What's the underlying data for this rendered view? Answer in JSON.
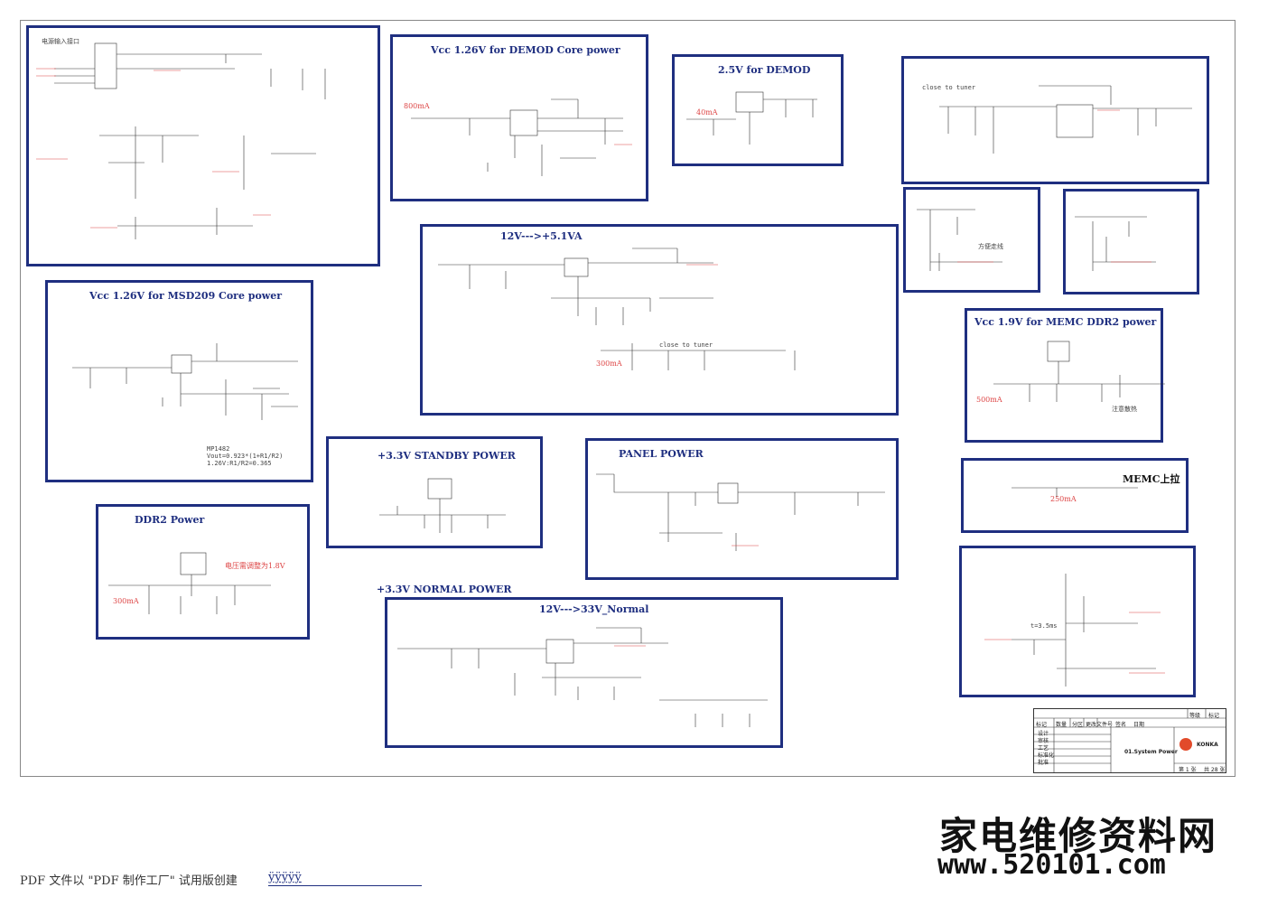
{
  "blocks": {
    "power_input": {
      "title": "电源输入接口"
    },
    "demod_core": {
      "title": "Vcc 1.26V for DEMOD Core power",
      "current": "800mA"
    },
    "demod_25": {
      "title": "2.5V for DEMOD",
      "current": "40mA"
    },
    "tuner": {
      "title": "close to tuner"
    },
    "v51a": {
      "title": "12V--->+5.1VA",
      "current": "300mA",
      "note": "close to tuner"
    },
    "msd209": {
      "title": "Vcc 1.26V for MSD209 Core power",
      "formula": [
        "MP1482",
        "Vout=0.923*(1+R1/R2)",
        "1.26V:R1/R2=0.365"
      ]
    },
    "memc_ddr2": {
      "title": "Vcc 1.9V for MEMC DDR2 power",
      "current": "500mA",
      "note": "注意散热"
    },
    "standby": {
      "title": "+3.3V STANDBY POWER"
    },
    "panel": {
      "title": "PANEL POWER"
    },
    "memc_pullup": {
      "title": "MEMC上拉",
      "current": "250mA"
    },
    "ddr2": {
      "title": "DDR2 Power",
      "current": "300mA",
      "note": "电压需调整为1.8V"
    },
    "normal": {
      "title": "+3.3V NORMAL POWER"
    },
    "v33n": {
      "title": "12V--->33V_Normal"
    },
    "layout_note": {
      "title": "方便走线"
    },
    "timing": {
      "title": "t=3.5ms"
    }
  },
  "title_block": {
    "doc_title": "01.System Power",
    "brand": "KONKA",
    "page": "第 1 张",
    "pages": "共 28 张",
    "labels": [
      "等级",
      "标记",
      "标记",
      "数量",
      "分区",
      "更改文件号",
      "签名",
      "日期",
      "设计",
      "审核",
      "工艺",
      "标准化",
      "批准"
    ]
  },
  "footer": {
    "pdf_text": "PDF 文件以 \"PDF 制作工厂\" 试用版创建",
    "link_text": "ÿÿÿÿÿ"
  },
  "watermark": {
    "cn": "家电维修资料网",
    "url": "www.520101.com"
  },
  "colors": {
    "block_border": "#1f2f80",
    "accent_red": "#d44444",
    "wire": "#333333"
  }
}
